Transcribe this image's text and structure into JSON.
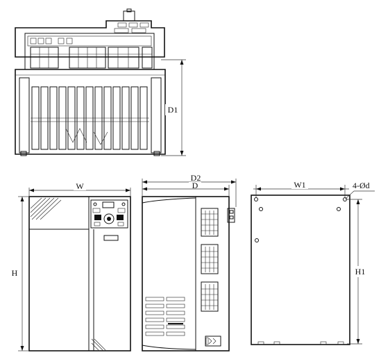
{
  "labels": {
    "d1": "D1",
    "w": "W",
    "h": "H",
    "d2": "D2",
    "d": "D",
    "w1": "W1",
    "h1": "H1",
    "hole": "4-Ød"
  },
  "icons": {
    "top_view": "inverter-top-view",
    "front_view": "inverter-front-view",
    "side_view": "inverter-side-view",
    "back_view": "mounting-plate-view"
  }
}
